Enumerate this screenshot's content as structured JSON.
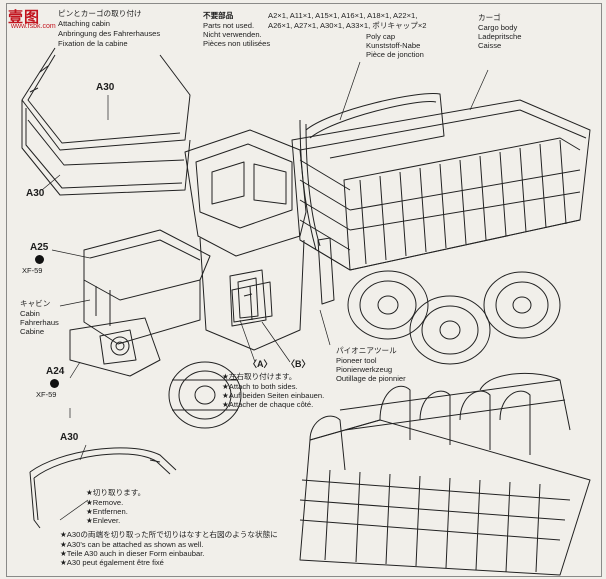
{
  "watermark": {
    "main": "壹图",
    "sub": "www.fsbk.com"
  },
  "section": {
    "jp": "ピンとカーゴの取り付け",
    "en": "Attaching cabin",
    "de": "Anbringung des Fahrerhauses",
    "fr": "Fixation de la cabine"
  },
  "unused": {
    "jp": "不要部品",
    "en": "Parts not used.",
    "de": "Nicht verwenden.",
    "fr": "Pièces non utilisées",
    "parts_line1": "A2×1, A11×1, A15×1, A16×1, A18×1, A22×1,",
    "parts_line2": "A26×1, A27×1, A30×1, A33×1, ポリキャップ×2",
    "poly_en": "Poly cap",
    "poly_de": "Kunststoff-Nabe",
    "poly_fr": "Pièce de jonction"
  },
  "cargo": {
    "jp": "カーゴ",
    "en": "Cargo body",
    "de": "Ladepritsche",
    "fr": "Caisse"
  },
  "cabin": {
    "jp": "キャビン",
    "en": "Cabin",
    "de": "Fahrerhaus",
    "fr": "Cabine"
  },
  "pioneer": {
    "jp": "パイオニアツール",
    "en": "Pioneer tool",
    "de": "Pionierwerkzeug",
    "fr": "Outillage de pionnier"
  },
  "attach_note": {
    "a": "〈A〉",
    "b": "〈B〉",
    "jp": "★左右取り付けます。",
    "en": "★Attach to both sides.",
    "de": "★Auf beiden Seiten einbauen.",
    "fr": "★Attacher de chaque côté."
  },
  "cut": {
    "jp": "★切り取ります。",
    "en": "★Remove.",
    "de": "★Entfernen.",
    "fr": "★Enlever."
  },
  "bottom_note": {
    "jp": "★A30の両端を切り取った所で切りはなすと右図のような状態に",
    "en": "★A30's can be attached as shown as well.",
    "de": "★Teile A30 auch in dieser Form einbaubar.",
    "fr": "★A30 peut également être fixé"
  },
  "parts": {
    "a30_top": "A30",
    "a30_mid": "A30",
    "a25": "A25",
    "a24": "A24",
    "a30_bot": "A30"
  },
  "paints": {
    "xf59_a": "XF-59",
    "xf59_b": "XF-59"
  }
}
